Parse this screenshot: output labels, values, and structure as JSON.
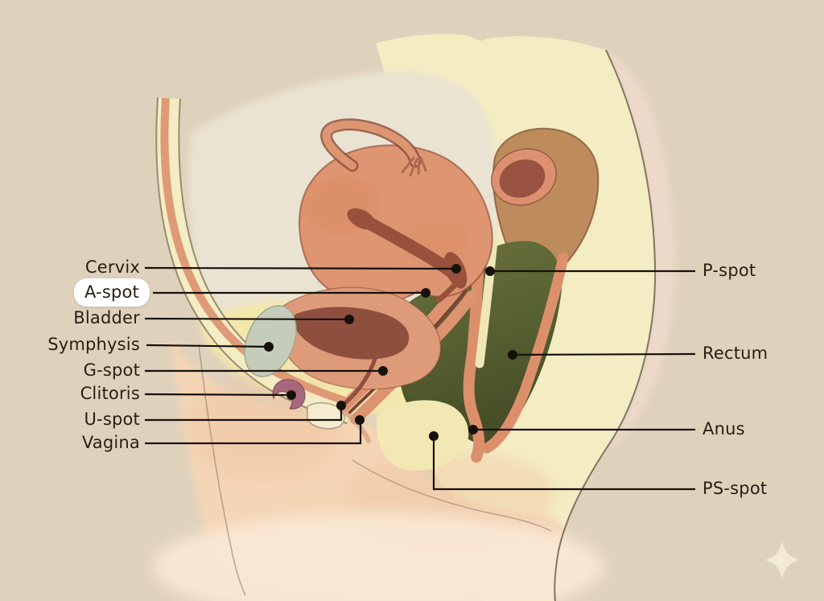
{
  "diagram_type": "female-pelvic-anatomy-cross-section",
  "labels": {
    "cervix": "Cervix",
    "a_spot": "A-spot",
    "bladder": "Bladder",
    "symphysis": "Symphysis",
    "g_spot": "G-spot",
    "clitoris": "Clitoris",
    "u_spot": "U-spot",
    "vagina": "Vagina",
    "p_spot": "P-spot",
    "rectum": "Rectum",
    "anus": "Anus",
    "ps_spot": "PS-spot"
  },
  "highlight": {
    "selected_label": "A-spot",
    "pill_color": "#FFFFFF"
  },
  "colors": {
    "background": "#DFD2BD",
    "label_text": "#271E14",
    "leader_line": "#17110C",
    "callout_dot": "#17110C",
    "body_yellow": "#F4ECC2",
    "pelvic_yellow": "#F3E7AC",
    "peritoneal_cream": "#EAE3D2",
    "skin_peach": "#F4D5B5",
    "organ_salmon": "#DC9470",
    "cavity_maroon": "#8E4F3E",
    "rectum_olive": "#566030",
    "colon_tan": "#BE8B5C",
    "ovary_purple": "#8F8098",
    "symphysis_gray": "#C6CCBA",
    "clitoris_mauve": "#A8687B",
    "sparkle": "#F3EAD5"
  },
  "icons": {
    "sparkle": "four-pointed-sparkle"
  }
}
